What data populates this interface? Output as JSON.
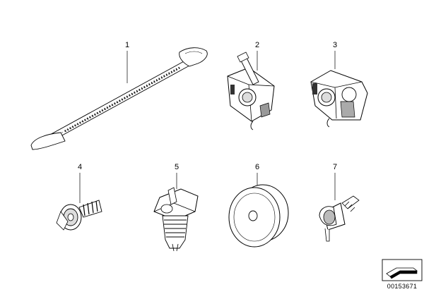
{
  "diagram": {
    "parts": [
      {
        "number": "1",
        "icon": "cable-tie-icon"
      },
      {
        "number": "2",
        "icon": "cable-holder-icon"
      },
      {
        "number": "3",
        "icon": "cable-holder-icon"
      },
      {
        "number": "4",
        "icon": "screw-clip-icon"
      },
      {
        "number": "5",
        "icon": "expanding-rivet-icon"
      },
      {
        "number": "6",
        "icon": "grommet-icon"
      },
      {
        "number": "7",
        "icon": "angled-clip-icon"
      }
    ],
    "document_number": "00153671",
    "colors": {
      "line": "#000000",
      "fill": "#ffffff",
      "shade": "#b0b0b0"
    }
  }
}
